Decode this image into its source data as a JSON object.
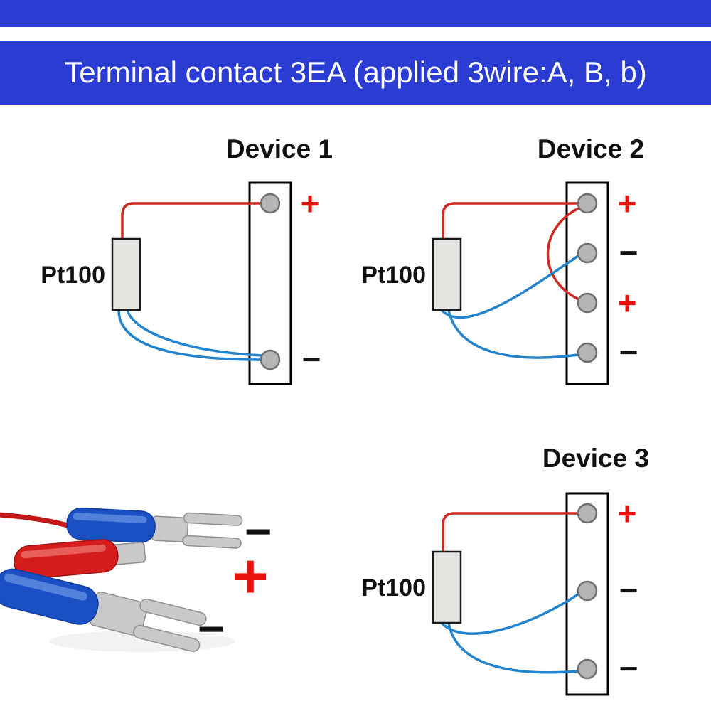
{
  "banner": {
    "title": "Terminal contact 3EA (applied 3wire:A, B, b)",
    "bg_color": "#2a3cd2",
    "text_color": "#ffffff"
  },
  "colors": {
    "wire_red": "#cf2a21",
    "wire_blue": "#2383cc",
    "plus_red": "#e8130c",
    "minus_black": "#111111",
    "terminal_pin_fill": "#b5b5b5",
    "pt100_fill": "#e4e4e1",
    "sleeve_blue": "#1a50c4",
    "sleeve_red": "#d51d1d",
    "metal_gray": "#c9c9c9"
  },
  "devices": [
    {
      "title": "Device 1",
      "sensor": "Pt100",
      "terminals": [
        "+",
        "−"
      ]
    },
    {
      "title": "Device 2",
      "sensor": "Pt100",
      "terminals": [
        "+",
        "−",
        "+",
        "−"
      ]
    },
    {
      "title": "Device 3",
      "sensor": "Pt100",
      "terminals": [
        "+",
        "−",
        "−"
      ]
    }
  ],
  "photo": {
    "labels": [
      "−",
      "+",
      "−"
    ]
  }
}
